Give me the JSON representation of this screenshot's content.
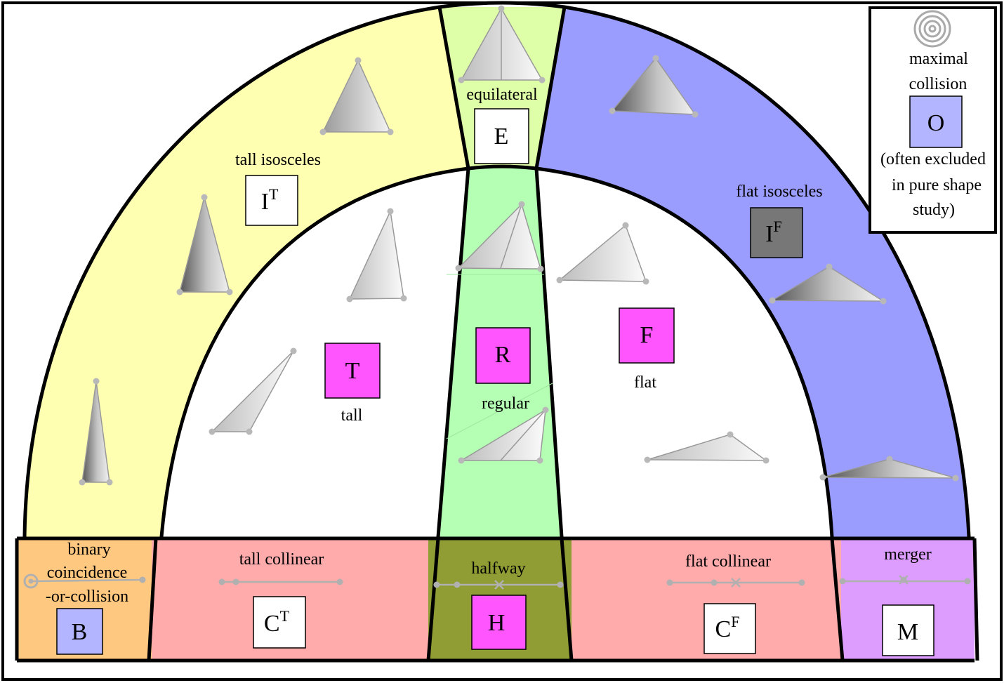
{
  "labels": {
    "tall_isosceles": "tall isosceles",
    "equilateral": "equilateral",
    "flat_isosceles": "flat isosceles",
    "tall": "tall",
    "regular": "regular",
    "flat": "flat",
    "binary_line1": "binary",
    "binary_line2": "coincidence",
    "binary_line3": "-or-collision",
    "tall_collinear": "tall collinear",
    "halfway": "halfway",
    "flat_collinear": "flat collinear",
    "merger": "merger",
    "maximal_line1": "maximal",
    "maximal_line2": "collision",
    "often_line1": "(often excluded",
    "often_line2": "in pure shape",
    "often_line3": "study)"
  },
  "boxes": {
    "E": "E",
    "IT": "I",
    "IT_sup": "T",
    "IF": "I",
    "IF_sup": "F",
    "T": "T",
    "R": "R",
    "F": "F",
    "B": "B",
    "CT": "C",
    "CT_sup": "T",
    "H": "H",
    "CF": "C",
    "CF_sup": "F",
    "M": "M",
    "O": "O"
  },
  "colors": {
    "yellow_band": "#feffb0",
    "green_band_top": "#deffa8",
    "green_band_mid": "#b4ffb4",
    "blue_band": "#9b9dfe",
    "orange_cell": "#ffc880",
    "pink_cell": "#ffabab",
    "olive_cell": "#909c34",
    "violet_cell": "#dc9dff",
    "magenta_box": "#ff55ff",
    "gray_box": "#777777",
    "lavender_box": "#b3b5ff",
    "point_gray": "#b8b8b8"
  }
}
